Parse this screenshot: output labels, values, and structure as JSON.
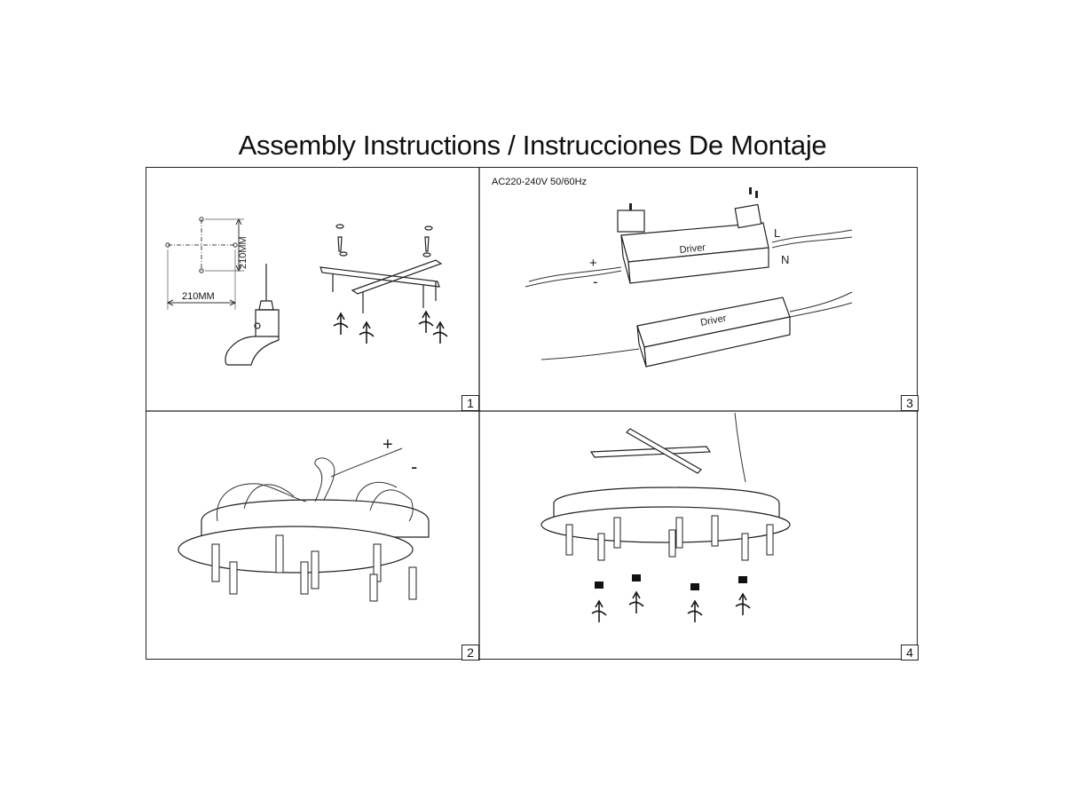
{
  "title": "Assembly Instructions / Instrucciones De Montaje",
  "panels": [
    {
      "step": "1",
      "dim_vertical": "210MM",
      "dim_horizontal": "210MM"
    },
    {
      "step": "3",
      "voltage": "AC220-240V 50/60Hz",
      "driver_label": "Driver",
      "plus": "+",
      "minus": "-",
      "live": "L",
      "neutral": "N"
    },
    {
      "step": "2",
      "plus": "+",
      "minus": "-"
    },
    {
      "step": "4"
    }
  ]
}
